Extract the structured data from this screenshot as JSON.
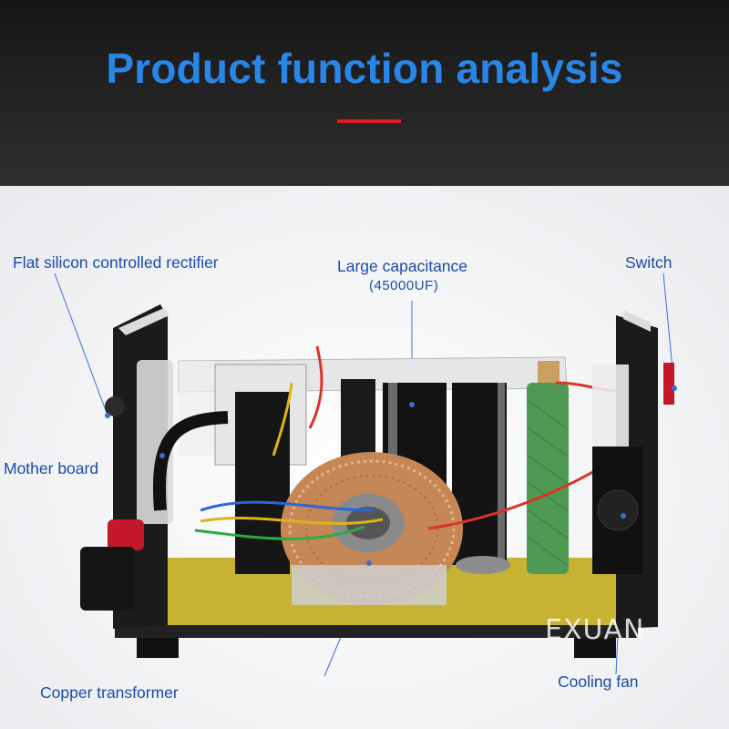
{
  "header": {
    "title": "Product function analysis",
    "title_color": "#2a86e6",
    "accent_color": "#e21b24"
  },
  "labels": {
    "rectifier": "Flat silicon controlled rectifier",
    "capacitance": "Large capacitance",
    "capacitance_value": "(45000UF)",
    "switch": "Switch",
    "mother_board": "Mother board",
    "copper_transformer": "Copper transformer",
    "cooling_fan": "Cooling fan"
  },
  "watermark": "EXUAN",
  "label_color": "#1c4ba8"
}
